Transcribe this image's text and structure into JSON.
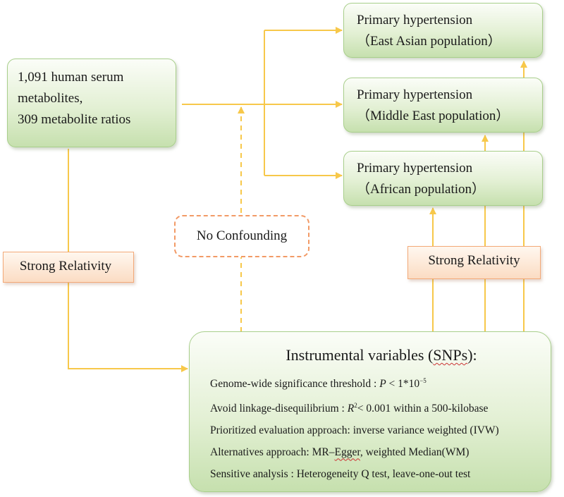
{
  "exposure": {
    "lines": [
      "1,091 human serum",
      "metabolites,",
      "309 metabolite ratios"
    ]
  },
  "outcomes": [
    {
      "title": "Primary hypertension",
      "population": "（East Asian population）"
    },
    {
      "title": "Primary hypertension",
      "population": "（Middle East population）"
    },
    {
      "title": "Primary hypertension",
      "population": "（African population）"
    }
  ],
  "assumptions": {
    "relevance_left": "Strong Relativity",
    "relevance_right": "Strong Relativity",
    "independence": "No Confounding"
  },
  "instruments": {
    "title_main": "Instrumental variables (",
    "title_snps": "SNPs",
    "title_end": "):",
    "criteria": [
      {
        "label": "Genome-wide significance threshold : ",
        "math": "P",
        "value": " < 1*10",
        "sup": "−5"
      },
      {
        "label": "Avoid linkage-disequilibrium : ",
        "math": "R",
        "sup": "2",
        "value": "< 0.001 within a 500-kilobase"
      },
      {
        "label": "Prioritized evaluation approach: inverse variance weighted (IVW)"
      },
      {
        "label": "Alternatives approach: MR–",
        "egger": "Egger",
        "rest": ", weighted Median(WM)"
      },
      {
        "label": "Sensitive analysis : Heterogeneity Q test, leave-one-out test"
      }
    ]
  },
  "colors": {
    "arrow": "#f7c84a",
    "green_box_top": "#fbfdf8",
    "green_box_bottom": "#c6e0ae",
    "orange_tag": "#fbdcc3",
    "dashed_border": "#f29a66"
  }
}
